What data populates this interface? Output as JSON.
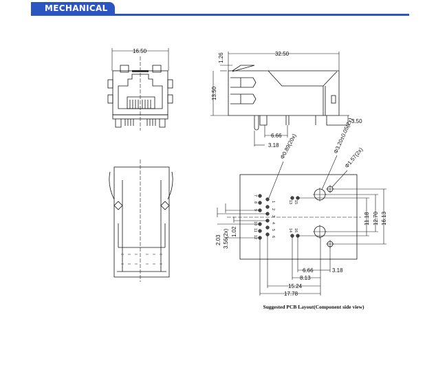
{
  "header": {
    "title": "MECHANICAL",
    "accent_color": "#2b55c0"
  },
  "front_view": {
    "width_dim": "16.50"
  },
  "side_view": {
    "length_dim": "32.50",
    "top_dim": "1.26",
    "height_dim": "13.50",
    "pin_length_dim": "3.50",
    "pin_spacing_dim": "6.66",
    "pin_offset_dim": "3.18"
  },
  "pcb_layout": {
    "caption": "Suggested PCB Layout(Component side view)",
    "hole_small_label": "Φ0.89(20x)",
    "hole_large_label": "Φ3.20±0.05(2x)",
    "hole_mount_label": "Φ1.57(2x)",
    "dims": {
      "d1": "2.03",
      "d2": "3.56(2x)",
      "d3": "1.02",
      "d4": "11.18",
      "d5": "12.70",
      "d6": "16.13",
      "d7": "6.66",
      "d8": "3.18",
      "d9": "8.13",
      "d10": "15.24",
      "d11": "17.78"
    },
    "pins": [
      "1",
      "2",
      "3",
      "4",
      "5",
      "6",
      "7",
      "8",
      "9",
      "10",
      "11",
      "12",
      "13",
      "14",
      "15",
      "16"
    ]
  }
}
